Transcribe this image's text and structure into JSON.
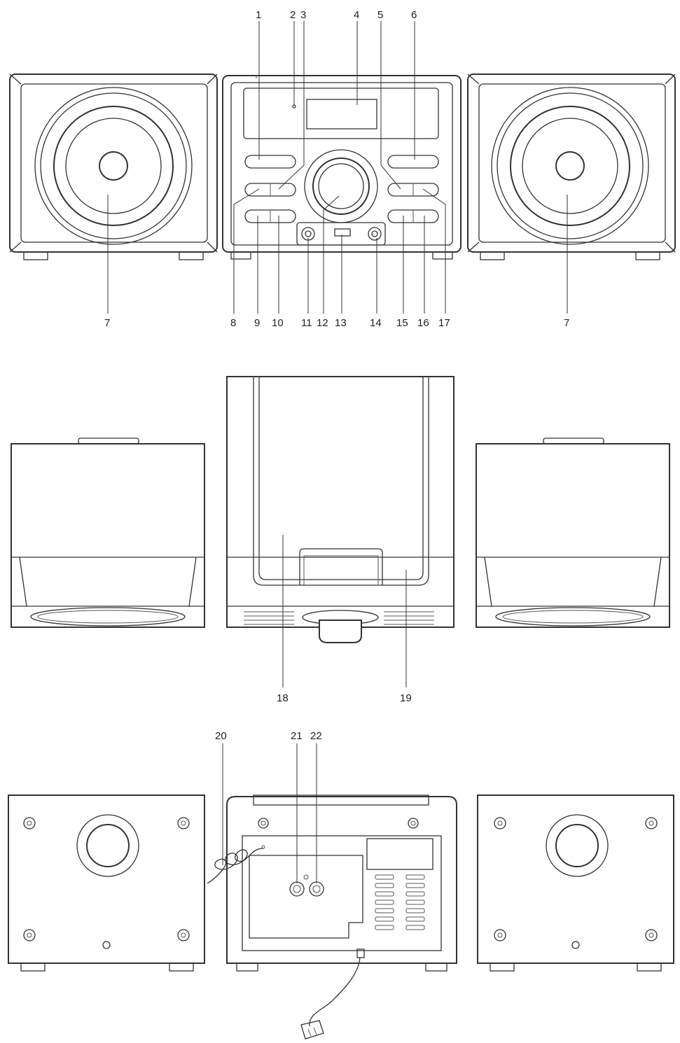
{
  "colors": {
    "line": "#333333",
    "background": "#ffffff"
  },
  "callouts": {
    "n1": "1",
    "n2": "2",
    "n3": "3",
    "n4": "4",
    "n5": "5",
    "n6": "6",
    "n7_left": "7",
    "n7_right": "7",
    "n8": "8",
    "n9": "9",
    "n10": "10",
    "n11": "11",
    "n12": "12",
    "n13": "13",
    "n14": "14",
    "n15": "15",
    "n16": "16",
    "n17": "17",
    "n18": "18",
    "n19": "19",
    "n20": "20",
    "n21": "21",
    "n22": "22"
  }
}
